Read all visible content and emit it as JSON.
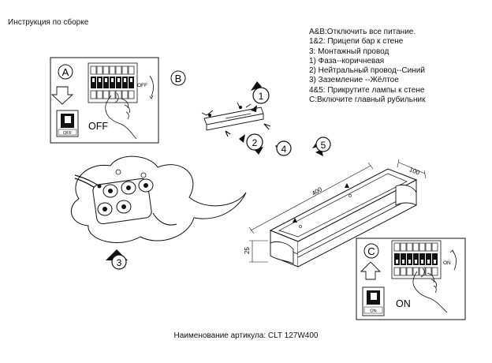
{
  "page_title": "Инструкция по сборке",
  "instructions": [
    "A&B:Отключить все питание.",
    "1&2:  Прицепи бар к стене",
    "3:  Монтажный провод",
    "1)  Фаза--коричневая",
    "2)  Нейтральный провод--Синий",
    "3)  Заземление --Жёлтое",
    "4&5:  Прикрутите лампы к стене",
    "C:Включите главный рубильник"
  ],
  "step_labels": {
    "a": "A",
    "b": "B",
    "c": "C",
    "s1": "1",
    "s2": "2",
    "s3": "3",
    "s4": "4",
    "s5": "5"
  },
  "off_panel": {
    "word": "OFF",
    "switch_label": "OFF",
    "breaker_label": "OFF"
  },
  "on_panel": {
    "word": "ON",
    "switch_label": "ON",
    "breaker_label": "ON"
  },
  "dimensions": {
    "length": "400",
    "width": "100",
    "height": "25"
  },
  "article": "Наименование артикула: CLT 127W400"
}
